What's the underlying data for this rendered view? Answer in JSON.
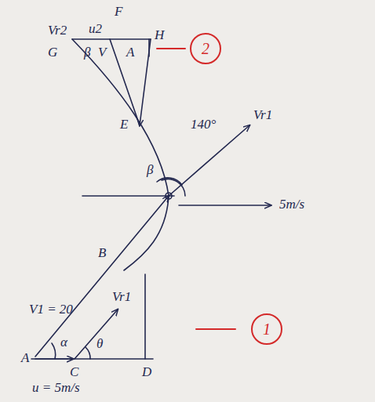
{
  "diagram": {
    "nodes": [
      {
        "text": [
          "2"
        ]
      },
      {
        "text": [
          "1"
        ]
      }
    ],
    "labels": [
      "Vr2",
      "u2",
      "F",
      "H",
      "G",
      "β",
      "V",
      "A",
      "E",
      "140°",
      "Vr1",
      "β",
      "5m/s",
      "B",
      "V1 = 20",
      "Vr1",
      "α",
      "θ",
      "A",
      "C",
      "D",
      "u = 5m/s"
    ]
  }
}
